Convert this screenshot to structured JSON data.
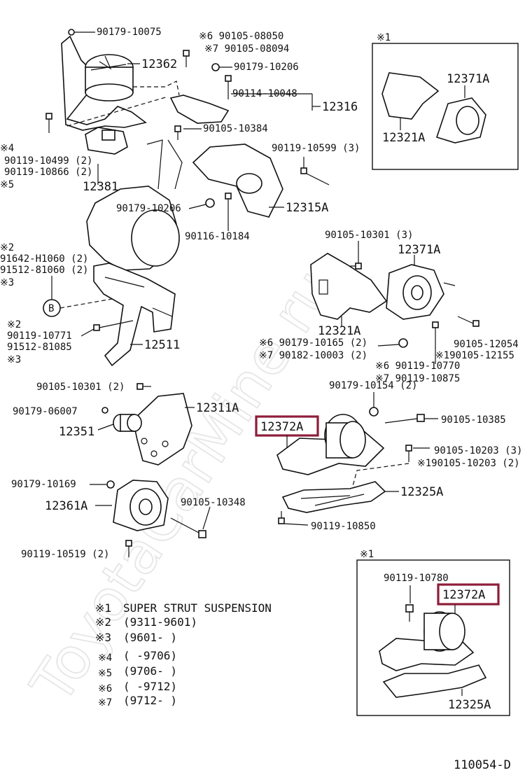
{
  "diagram_code": "110054-D",
  "watermark": "ToyotaCarMine.ru",
  "highlight_color": "#8e1d3a",
  "labels": {
    "p90179_10075": "90179-10075",
    "p12362": "12362",
    "s6_90105_08050": "※6 90105-08050",
    "s7_90105_08094": "※7 90105-08094",
    "p90179_10206a": "90179-10206",
    "p90114_10048": "90114-10048",
    "p12316": "12316",
    "p90105_10384": "90105-10384",
    "s4": "※4",
    "p90119_10499": "90119-10499 (2)",
    "p90119_10866": "90119-10866 (2)",
    "s5": "※5",
    "p12381": "12381",
    "p90119_10599": "90119-10599 (3)",
    "p90179_10206b": "90179-10206",
    "p12315A": "12315A",
    "p90116_10184": "90116-10184",
    "s2a": "※2",
    "p91642_H1060": "91642-H1060 (2)",
    "p91512_81060": "91512-81060 (2)",
    "s3a": "※3",
    "callout_B": "B",
    "s2b": "※2",
    "p90119_10771": "90119-10771",
    "p91512_81085": "91512-81085",
    "s3b": "※3",
    "p12511": "12511",
    "p90105_10301a": "90105-10301 (3)",
    "p12371A_main": "12371A",
    "p12321A_main": "12321A",
    "p90179_10165": "※6 90179-10165 (2)",
    "p90182_10003": "※7 90182-10003 (2)",
    "p90105_12054": "90105-12054",
    "p90105_12155": "※190105-12155",
    "p90119_10770": "※6  90119-10770",
    "p90119_10875": "※7  90119-10875",
    "p90179_10154": "90179-10154 (2)",
    "p90105_10301b": "90105-10301 (2)",
    "p90179_06007": "90179-06007",
    "p12311A": "12311A",
    "p12351": "12351",
    "p12372A_main": "12372A",
    "p90105_10385": "90105-10385",
    "p90105_10203a": "90105-10203 (3)",
    "p90105_10203b": "※190105-10203 (2)",
    "p12325A_main": "12325A",
    "p90119_10850": "90119-10850",
    "p90179_10169": "90179-10169",
    "p12361A": "12361A",
    "p90105_10348": "90105-10348",
    "p90119_10519": "90119-10519 (2)",
    "inset1_mark": "※1",
    "inset1_12371A": "12371A",
    "inset1_12321A": "12321A",
    "inset2_mark": "※1",
    "inset2_90119_10780": "90119-10780",
    "inset2_12372A": "12372A",
    "inset2_12325A": "12325A"
  },
  "legend": [
    {
      "mark": "※1",
      "text": "SUPER STRUT SUSPENSION"
    },
    {
      "mark": "※2",
      "text": "(9311-9601)"
    },
    {
      "mark": "※3",
      "text": "(9601-     )"
    },
    {
      "mark": "※4",
      "text": "(     -9706)"
    },
    {
      "mark": "※5",
      "text": "(9706-     )"
    },
    {
      "mark": "※6",
      "text": "(     -9712)"
    },
    {
      "mark": "※7",
      "text": "(9712-     )"
    }
  ]
}
